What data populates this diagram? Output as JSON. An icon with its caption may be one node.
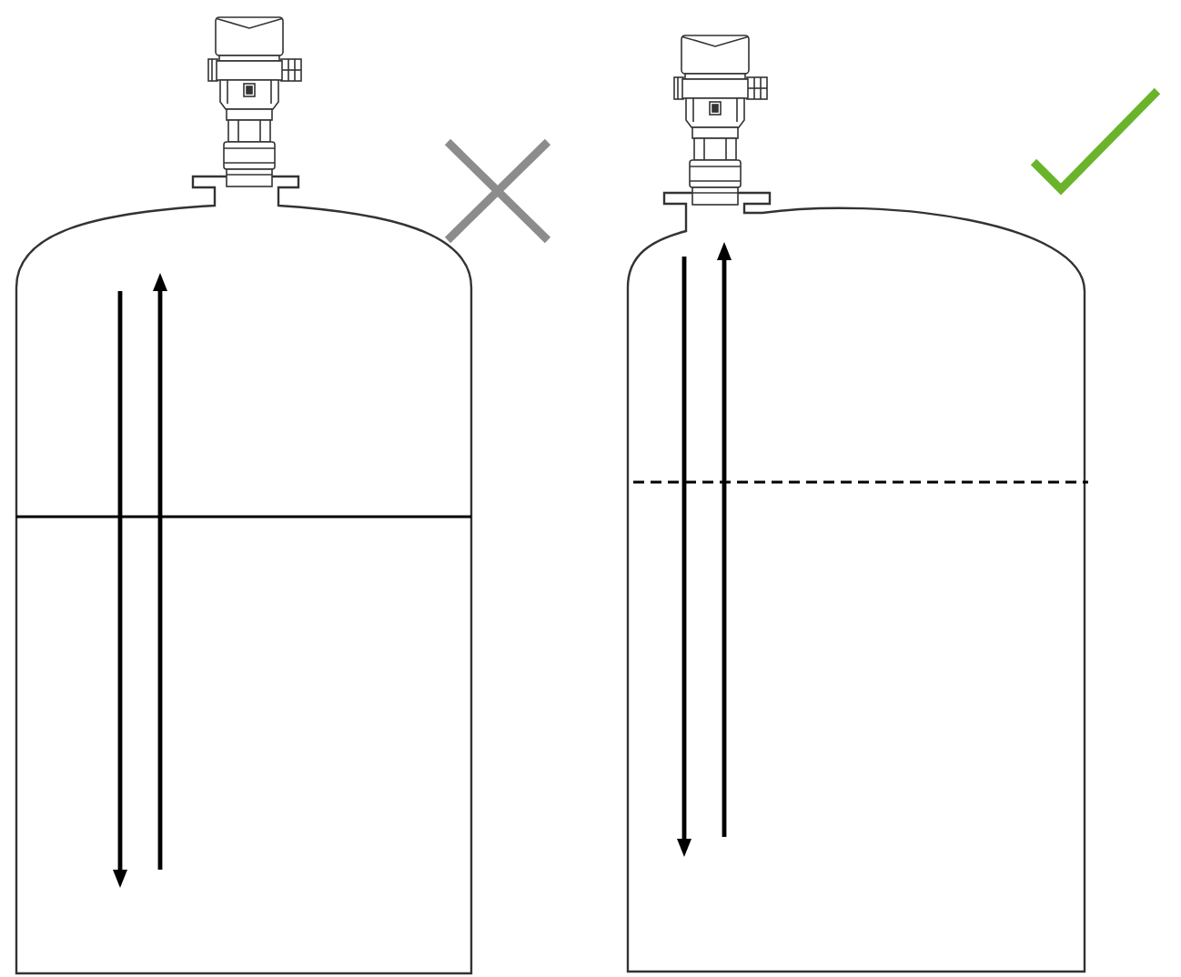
{
  "diagram": {
    "nodes": [
      {
        "text": [],
        "shape": "picture"
      },
      {
        "text": [],
        "shape": "cylinder"
      },
      {
        "text": [],
        "shape": "picture"
      },
      {
        "text": [],
        "shape": "cylinder"
      }
    ]
  }
}
